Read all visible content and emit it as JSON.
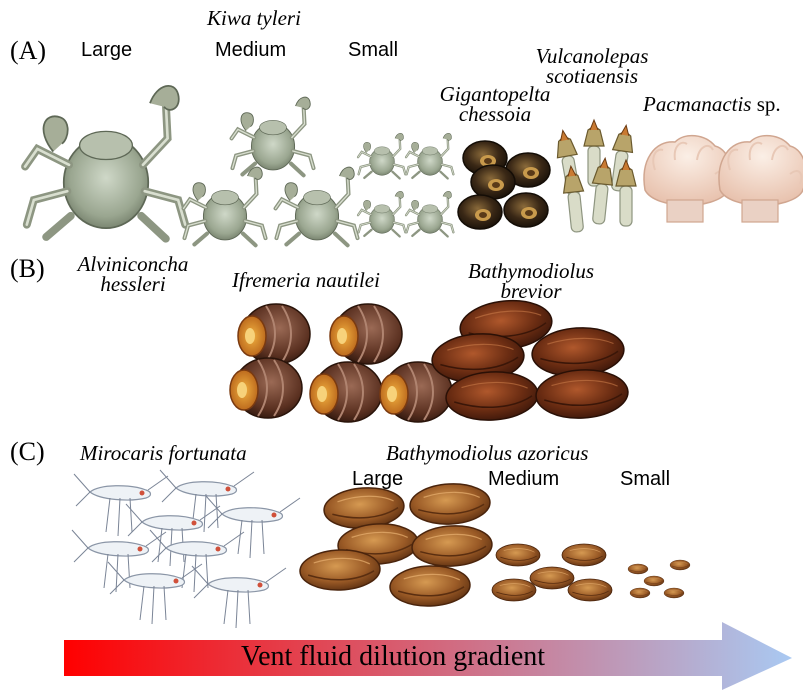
{
  "panels": {
    "a": {
      "label": "(A)",
      "kiwa": {
        "species": "Kiwa tyleri",
        "large": "Large",
        "medium": "Medium",
        "small": "Small"
      },
      "gigantopelta": {
        "line1": "Gigantopelta",
        "line2": "chessoia"
      },
      "vulcanolepas": {
        "line1": "Vulcanolepas",
        "line2": "scotiaensis"
      },
      "pacmanactis": {
        "genus": "Pacmanactis",
        "suffix": "sp."
      }
    },
    "b": {
      "label": "(B)",
      "alviniconcha": {
        "line1": "Alviniconcha",
        "line2": "hessleri"
      },
      "ifremeria": {
        "name": "Ifremeria nautilei"
      },
      "bathymodiolus_brevior": {
        "line1": "Bathymodiolus",
        "line2": "brevior"
      }
    },
    "c": {
      "label": "(C)",
      "mirocaris": {
        "name": "Mirocaris fortunata"
      },
      "azoricus": {
        "name": "Bathymodiolus azoricus",
        "large": "Large",
        "medium": "Medium",
        "small": "Small"
      }
    }
  },
  "gradient_arrow": {
    "label": "Vent fluid dilution gradient",
    "color_start": "#ff0000",
    "color_end": "#a9c9f2"
  }
}
